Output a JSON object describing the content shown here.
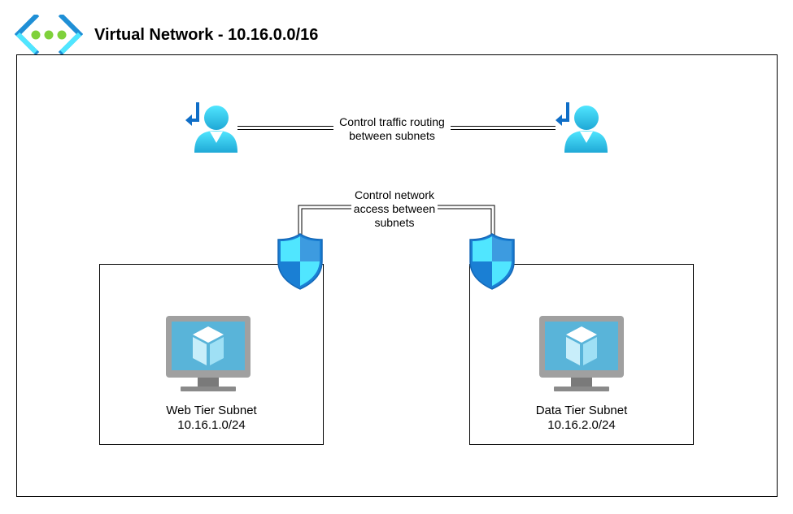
{
  "title": "Virtual Network - 10.16.0.0/16",
  "routing_label": "Control traffic routing between subnets",
  "nsg_label": "Control network access between subnets",
  "subnets": [
    {
      "name": "Web Tier Subnet",
      "cidr": "10.16.1.0/24"
    },
    {
      "name": "Data Tier Subnet",
      "cidr": "10.16.2.0/24"
    }
  ],
  "icons": {
    "vnet": "virtual-network-icon",
    "route_table": "route-table-icon",
    "nsg": "network-security-group-icon",
    "vm": "virtual-machine-icon"
  },
  "colors": {
    "azure_blue": "#1f8fd6",
    "azure_light": "#50e6ff",
    "dot_green": "#7fd13b",
    "monitor_gray": "#a0a0a0"
  }
}
